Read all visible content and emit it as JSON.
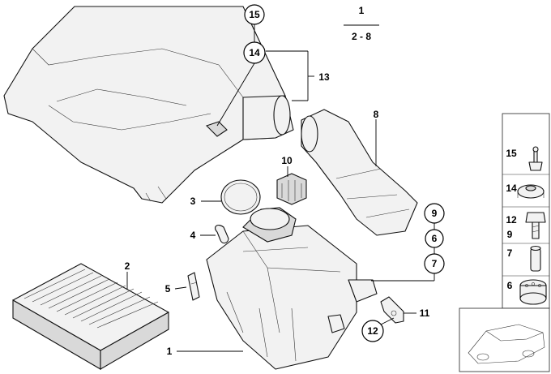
{
  "header": {
    "group_number": "1",
    "group_range": "2 - 8"
  },
  "callouts": {
    "c1": "1",
    "c2": "2",
    "c3": "3",
    "c4": "4",
    "c5": "5",
    "c8": "8",
    "c10": "10",
    "c11": "11",
    "c13": "13"
  },
  "circled": {
    "c15": "15",
    "c14": "14",
    "c9": "9",
    "c6": "6",
    "c7": "7",
    "c12": "12"
  },
  "legend": {
    "items": [
      {
        "label": "15"
      },
      {
        "label": "14"
      },
      {
        "label": "12"
      },
      {
        "label": "9"
      },
      {
        "label": "7"
      },
      {
        "label": "6"
      }
    ]
  }
}
